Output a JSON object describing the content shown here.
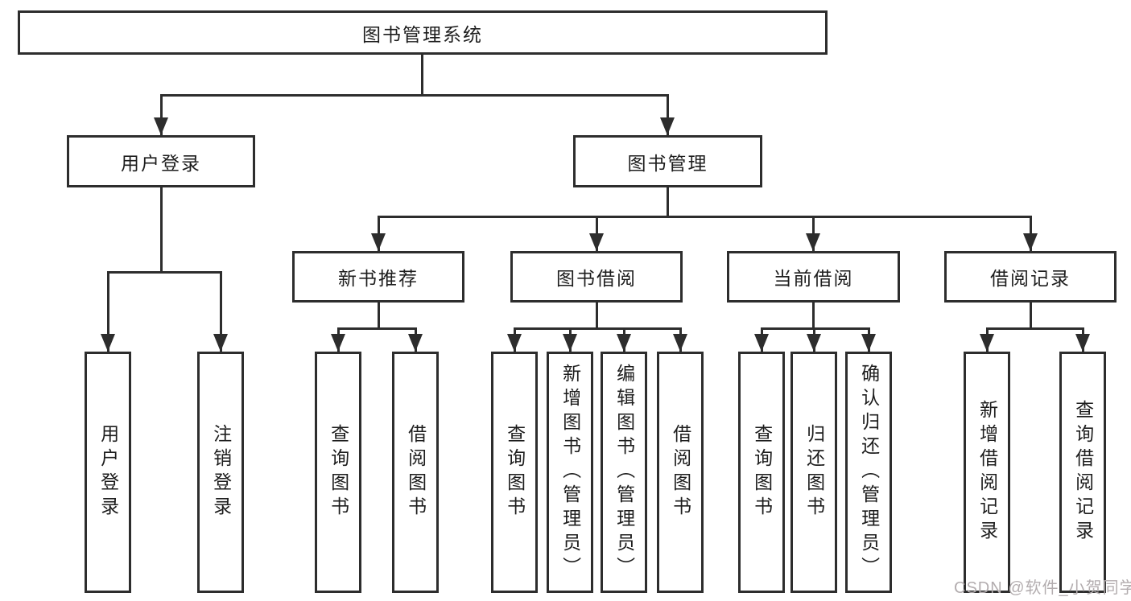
{
  "diagram": {
    "tree": {
      "label": "图书管理系统",
      "children": [
        {
          "label": "用户登录",
          "children": [
            {
              "label": "用户登录"
            },
            {
              "label": "注销登录"
            }
          ]
        },
        {
          "label": "图书管理",
          "children": [
            {
              "label": "新书推荐",
              "children": [
                {
                  "label": "查询图书"
                },
                {
                  "label": "借阅图书"
                }
              ]
            },
            {
              "label": "图书借阅",
              "children": [
                {
                  "label": "查询图书"
                },
                {
                  "label": "新增图书（管理员）"
                },
                {
                  "label": "编辑图书（管理员）"
                },
                {
                  "label": "借阅图书"
                }
              ]
            },
            {
              "label": "当前借阅",
              "children": [
                {
                  "label": "查询图书"
                },
                {
                  "label": "归还图书"
                },
                {
                  "label": "确认归还（管理员）"
                }
              ]
            },
            {
              "label": "借阅记录",
              "children": [
                {
                  "label": "新增借阅记录"
                },
                {
                  "label": "查询借阅记录"
                }
              ]
            }
          ]
        }
      ]
    },
    "watermark": "CSDN @软件_小贺同学",
    "colors": {
      "line": "#2d2d2d",
      "text": "#1d1d1d",
      "background": "#ffffff",
      "watermark": "#b3adaf"
    }
  }
}
